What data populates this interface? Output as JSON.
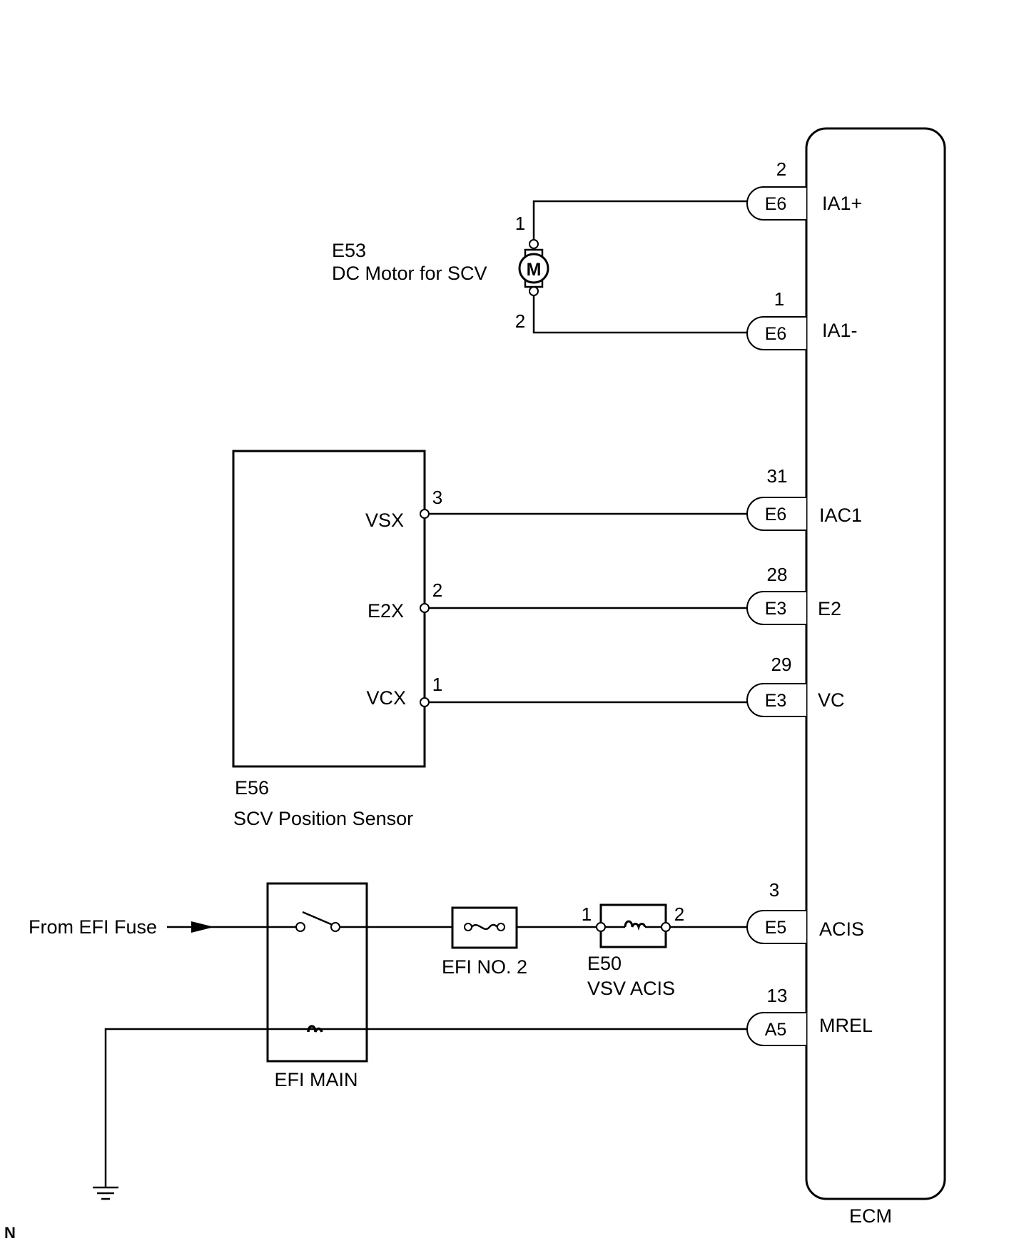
{
  "ecm": {
    "label": "ECM"
  },
  "pins": [
    {
      "id": "ia1p",
      "connector": "E6",
      "number": "2",
      "signal": "IA1+"
    },
    {
      "id": "ia1m",
      "connector": "E6",
      "number": "1",
      "signal": "IA1-"
    },
    {
      "id": "iac1",
      "connector": "E6",
      "number": "31",
      "signal": "IAC1"
    },
    {
      "id": "e2",
      "connector": "E3",
      "number": "28",
      "signal": "E2"
    },
    {
      "id": "vc",
      "connector": "E3",
      "number": "29",
      "signal": "VC"
    },
    {
      "id": "acis",
      "connector": "E5",
      "number": "3",
      "signal": "ACIS"
    },
    {
      "id": "mrel",
      "connector": "A5",
      "number": "13",
      "signal": "MREL"
    }
  ],
  "motor": {
    "code": "E53",
    "name": "DC Motor for SCV",
    "symbol": "M",
    "pin_top": "1",
    "pin_bottom": "2"
  },
  "sensor": {
    "code": "E56",
    "name": "SCV Position Sensor",
    "terminals": [
      {
        "name": "VSX",
        "pin": "3"
      },
      {
        "name": "E2X",
        "pin": "2"
      },
      {
        "name": "VCX",
        "pin": "1"
      }
    ]
  },
  "source": {
    "label": "From EFI Fuse"
  },
  "relay": {
    "label": "EFI MAIN"
  },
  "fuse": {
    "label": "EFI NO. 2"
  },
  "vsv": {
    "code": "E50",
    "name": "VSV ACIS",
    "pin_left": "1",
    "pin_right": "2"
  },
  "corner_mark": "N"
}
